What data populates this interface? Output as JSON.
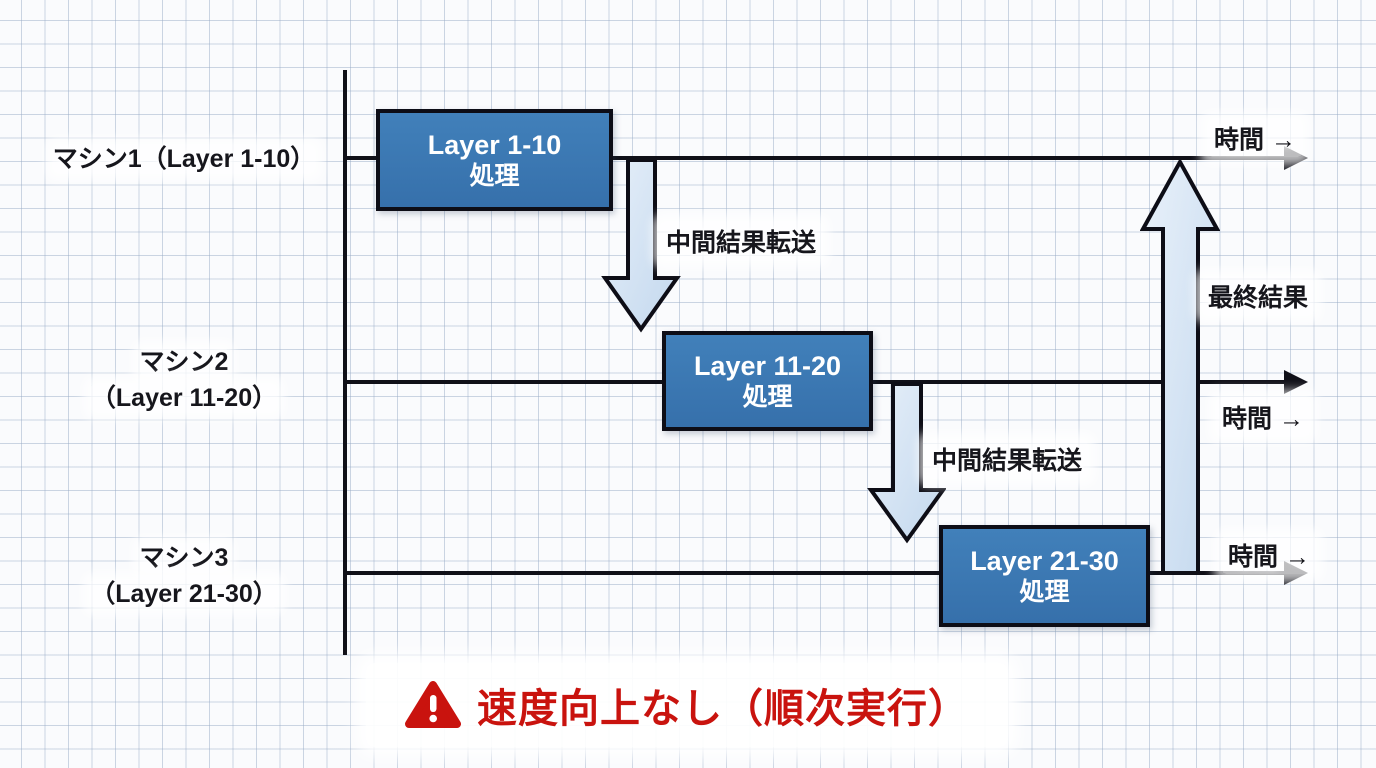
{
  "machines": [
    {
      "name_lines": [
        "マシン1（Layer 1-10）"
      ],
      "box": {
        "title": "Layer 1-10",
        "subtitle": "処理"
      },
      "time_label": "時間 →"
    },
    {
      "name_lines": [
        "マシン2",
        "（Layer 11-20）"
      ],
      "box": {
        "title": "Layer 11-20",
        "subtitle": "処理"
      },
      "time_label": "時間 →"
    },
    {
      "name_lines": [
        "マシン3",
        "（Layer 21-30）"
      ],
      "box": {
        "title": "Layer 21-30",
        "subtitle": "処理"
      },
      "time_label": "時間 →"
    }
  ],
  "transfers": [
    {
      "label": "中間結果転送"
    },
    {
      "label": "中間結果転送"
    }
  ],
  "final_result": {
    "label": "最終結果"
  },
  "warning": {
    "icon": "warning-triangle-icon",
    "text": "速度向上なし（順次実行）"
  },
  "colors": {
    "box_fill": "#3a76b1",
    "box_border": "#0d0d16",
    "arrow_fill_light": "#dde9f6",
    "arrow_fill_dark": "#c3d8ee",
    "line_black": "#101018",
    "warning_red": "#c9130e",
    "grid_line": "#99adc7",
    "background": "#fafbfd"
  }
}
